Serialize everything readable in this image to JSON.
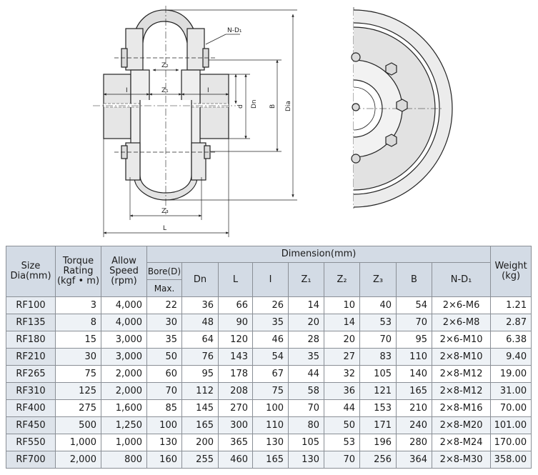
{
  "drawing": {
    "labels": {
      "nd1": "N-D₁",
      "z2": "Z₂",
      "z1": "Z₁",
      "i_left": "I",
      "i_right": "I",
      "d": "d",
      "dn": "Dn",
      "b": "B",
      "dia": "Dia",
      "z3": "Z₃",
      "l": "L"
    }
  },
  "table": {
    "headers": {
      "size": [
        "Size",
        "Dia(mm)"
      ],
      "torque": [
        "Torque",
        "Rating",
        "(kgf • m)"
      ],
      "speed": [
        "Allow",
        "Speed",
        "(rpm)"
      ],
      "dimension": "Dimension(mm)",
      "bore_top": "Bore(D)",
      "bore_bottom": "Max.",
      "dn": "Dn",
      "l": "L",
      "i": "I",
      "z1": "Z₁",
      "z2": "Z₂",
      "z3": "Z₃",
      "b": "B",
      "nd1": "N-D₁",
      "weight": [
        "Weight",
        "(kg)"
      ]
    },
    "rows": [
      [
        "RF100",
        "3",
        "4,000",
        "22",
        "36",
        "66",
        "26",
        "14",
        "10",
        "40",
        "54",
        "2×6-M6",
        "1.21"
      ],
      [
        "RF135",
        "8",
        "4,000",
        "30",
        "48",
        "90",
        "35",
        "20",
        "14",
        "53",
        "70",
        "2×6-M8",
        "2.87"
      ],
      [
        "RF180",
        "15",
        "3,000",
        "35",
        "64",
        "120",
        "46",
        "28",
        "20",
        "70",
        "95",
        "2×6-M10",
        "6.38"
      ],
      [
        "RF210",
        "30",
        "3,000",
        "50",
        "76",
        "143",
        "54",
        "35",
        "27",
        "83",
        "110",
        "2×8-M10",
        "9.40"
      ],
      [
        "RF265",
        "75",
        "2,000",
        "60",
        "95",
        "178",
        "67",
        "44",
        "32",
        "105",
        "140",
        "2×8-M12",
        "19.00"
      ],
      [
        "RF310",
        "125",
        "2,000",
        "70",
        "112",
        "208",
        "75",
        "58",
        "36",
        "121",
        "165",
        "2×8-M12",
        "31.00"
      ],
      [
        "RF400",
        "275",
        "1,600",
        "85",
        "145",
        "270",
        "100",
        "70",
        "44",
        "153",
        "210",
        "2×8-M16",
        "70.00"
      ],
      [
        "RF450",
        "500",
        "1,250",
        "100",
        "165",
        "300",
        "110",
        "80",
        "50",
        "171",
        "240",
        "2×8-M20",
        "101.00"
      ],
      [
        "RF550",
        "1,000",
        "1,000",
        "130",
        "200",
        "365",
        "130",
        "105",
        "53",
        "196",
        "280",
        "2×8-M24",
        "170.00"
      ],
      [
        "RF700",
        "2,000",
        "800",
        "160",
        "255",
        "460",
        "165",
        "130",
        "70",
        "256",
        "364",
        "2×8-M30",
        "358.00"
      ]
    ]
  }
}
